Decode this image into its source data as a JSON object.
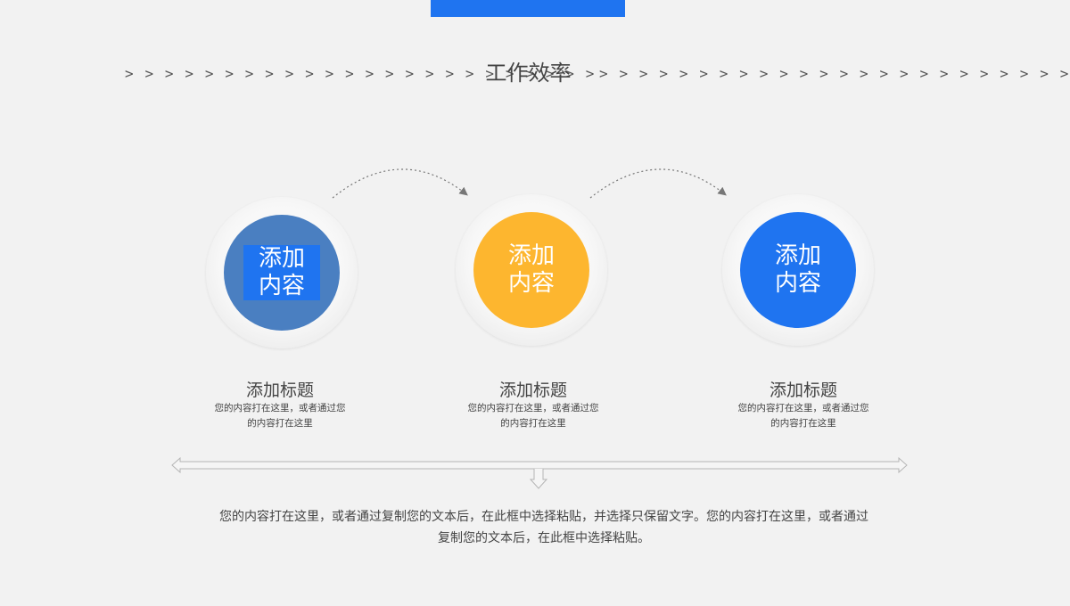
{
  "header": {
    "accent_color": "#1f74f0",
    "title": "工作效率",
    "left_chevrons": "> > > > > > > > > > > > > > > > > > > > > > > >",
    "right_chevrons": "> > > > > > > > > > > > > > > > > > > > > > > > >"
  },
  "steps": [
    {
      "line1": "添加",
      "line2": "内容",
      "color": "#4a7fc1",
      "title": "添加标题",
      "desc": "您的内容打在这里，或者通过您的内容打在这里"
    },
    {
      "line1": "添加",
      "line2": "内容",
      "color": "#fdb62f",
      "title": "添加标题",
      "desc": "您的内容打在这里，或者通过您的内容打在这里"
    },
    {
      "line1": "添加",
      "line2": "内容",
      "color": "#1f74f0",
      "title": "添加标题",
      "desc": "您的内容打在这里，或者通过您的内容打在这里"
    }
  ],
  "summary": "您的内容打在这里，或者通过复制您的文本后，在此框中选择粘贴，并选择只保留文字。您的内容打在这里，或者通过复制您的文本后，在此框中选择粘贴。"
}
